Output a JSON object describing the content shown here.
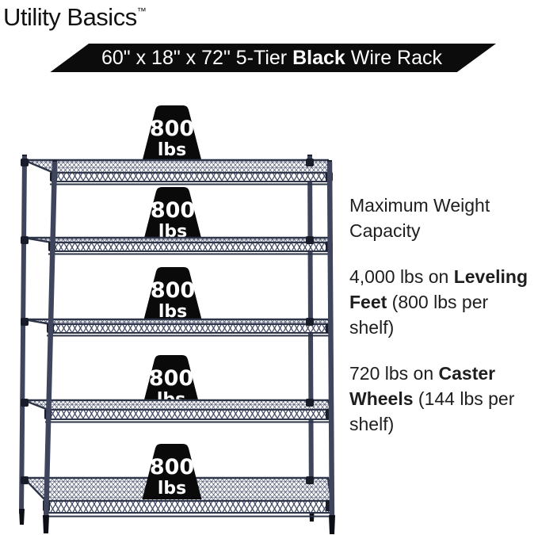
{
  "brand": {
    "name": "Utility Basics",
    "trademark": "™"
  },
  "banner": {
    "prefix": "60\" x 18\" x 72\" 5-Tier ",
    "bold": "Black",
    "suffix": " Wire Rack"
  },
  "rack": {
    "tiers": 5,
    "weight_badge": {
      "value": "800",
      "unit": "lbs"
    }
  },
  "specs": {
    "heading": "Maximum Weight Capacity",
    "items": [
      {
        "prefix": "4,000 lbs on ",
        "bold": "Leveling Feet",
        "suffix": " (800 lbs per shelf)"
      },
      {
        "prefix": "720 lbs on ",
        "bold": "Caster Wheels",
        "suffix": " (144 lbs per shelf)"
      }
    ]
  },
  "colors": {
    "banner_bg": "#0c0c0c",
    "banner_text": "#ffffff",
    "wire": "#3e455c",
    "badge_bg": "#0a0a0b",
    "badge_text": "#ffffff",
    "body_text": "#1e1e1e"
  }
}
